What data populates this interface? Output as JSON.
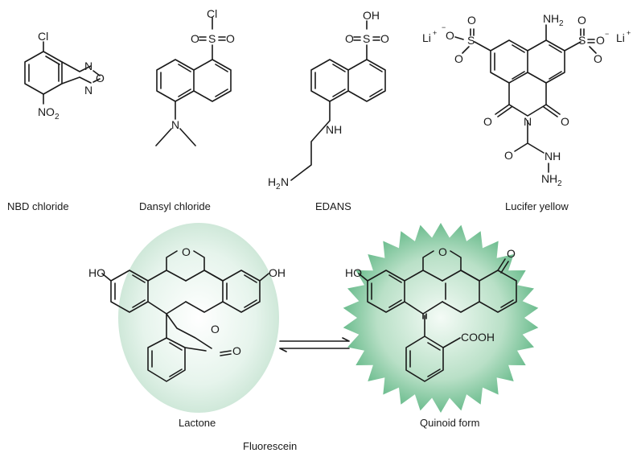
{
  "captions": {
    "nbd": "NBD chloride",
    "dansyl": "Dansyl chloride",
    "edans": "EDANS",
    "lucifer": "Lucifer yellow",
    "lactone": "Lactone",
    "quinoid": "Quinoid form",
    "fluorescein": "Fluorescein"
  },
  "atoms": {
    "cl": "Cl",
    "n": "N",
    "o": "O",
    "s": "S",
    "nh": "NH",
    "oh": "OH",
    "ho": "HO",
    "h": "H",
    "cooh": "COOH",
    "li": "Li",
    "plus": "+",
    "minus": "−",
    "sub2": "2"
  },
  "colors": {
    "ink": "#1a1a1a",
    "glow_center": "#ffffff",
    "glow_edge": "#9fd2b4",
    "halo_edge": "#cfe8d9",
    "star_center": "#f4fbf6",
    "star_edge": "#6dbd8f"
  }
}
